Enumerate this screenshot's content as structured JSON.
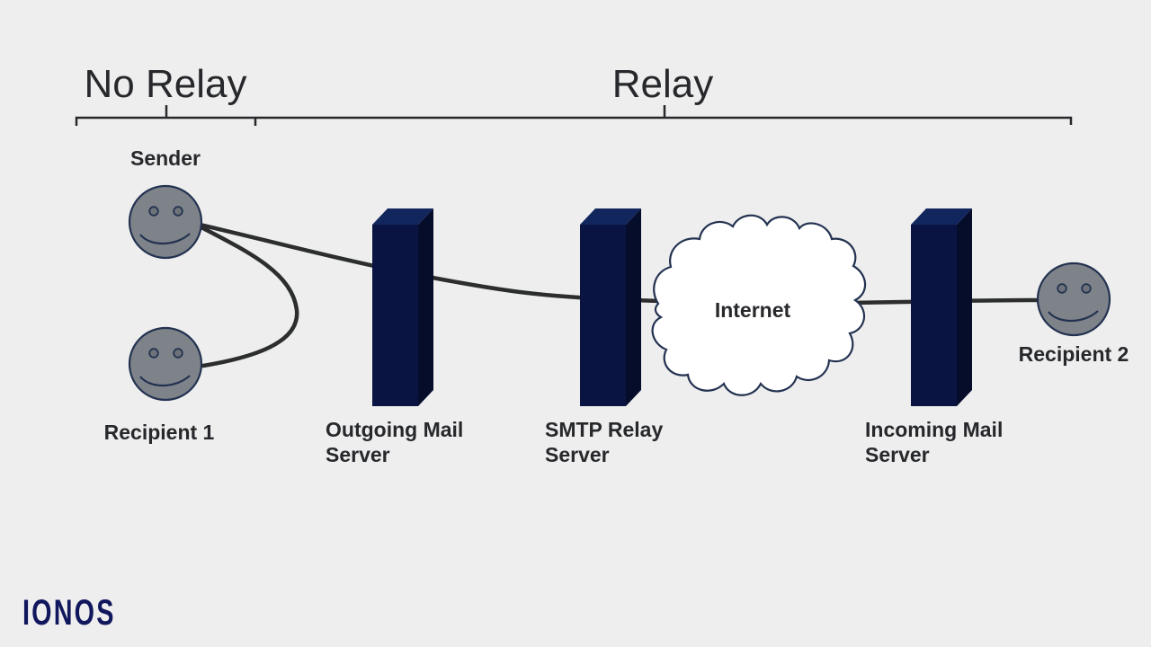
{
  "diagram": {
    "sections": {
      "no_relay": {
        "label": "No Relay"
      },
      "relay": {
        "label": "Relay"
      }
    },
    "nodes": {
      "sender": {
        "label": "Sender"
      },
      "recipient_1": {
        "label": "Recipient 1"
      },
      "outgoing_mail_server": {
        "lines": [
          "Outgoing Mail",
          "Server"
        ]
      },
      "smtp_relay_server": {
        "lines": [
          "SMTP Relay",
          "Server"
        ]
      },
      "internet": {
        "label": "Internet"
      },
      "incoming_mail_server": {
        "lines": [
          "Incoming Mail",
          "Server"
        ]
      },
      "recipient_2": {
        "label": "Recipient 2"
      }
    }
  },
  "branding": {
    "logo": "IONOS"
  },
  "colors": {
    "background": "#eeeeee",
    "text": "#26282b",
    "connector_line": "#2b2d2e",
    "outline_navy": "#233250",
    "pillar_front": "#0a1442",
    "pillar_top": "#12265e",
    "pillar_side": "#050d2b",
    "face_fill": "#7e838a",
    "eye_fill": "#6e737a",
    "cloud_fill": "#ffffff",
    "logo_navy": "#11175c"
  }
}
